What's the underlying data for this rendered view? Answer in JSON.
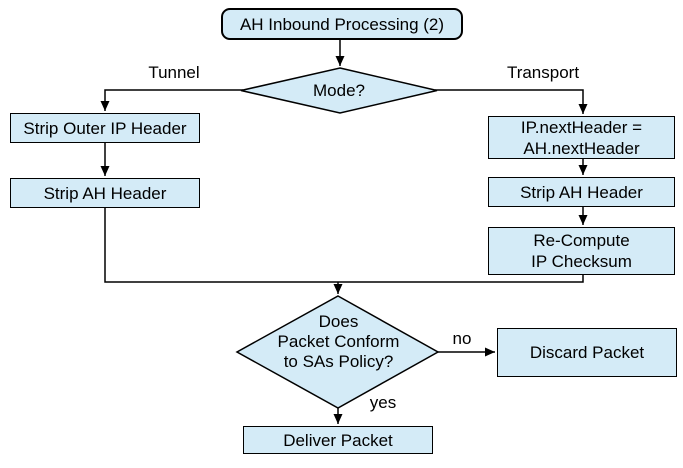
{
  "diagram": {
    "title": "AH Inbound Processing (2)",
    "type": "flowchart"
  },
  "colors": {
    "node_fill": "#d4ebf7",
    "node_border": "#000000",
    "connector": "#000000",
    "text": "#000000",
    "background": "#ffffff"
  },
  "nodes": {
    "start": {
      "label": "AH Inbound Processing (2)",
      "shape": "rounded-rect"
    },
    "mode": {
      "label": "Mode?",
      "shape": "diamond"
    },
    "strip_outer_ip": {
      "label": "Strip Outer IP Header",
      "shape": "rect"
    },
    "strip_ah_tunnel": {
      "label": "Strip AH Header",
      "shape": "rect"
    },
    "set_next_header": {
      "label": "IP.nextHeader =\nAH.nextHeader",
      "shape": "rect"
    },
    "strip_ah_transport": {
      "label": "Strip AH Header",
      "shape": "rect"
    },
    "recompute_checksum": {
      "label": "Re-Compute\nIP Checksum",
      "shape": "rect"
    },
    "policy_check": {
      "label": "Does\nPacket Conform\nto SAs Policy?",
      "shape": "diamond"
    },
    "discard": {
      "label": "Discard Packet",
      "shape": "rect"
    },
    "deliver": {
      "label": "Deliver Packet",
      "shape": "rect"
    }
  },
  "edge_labels": {
    "tunnel": "Tunnel",
    "transport": "Transport",
    "no": "no",
    "yes": "yes"
  }
}
